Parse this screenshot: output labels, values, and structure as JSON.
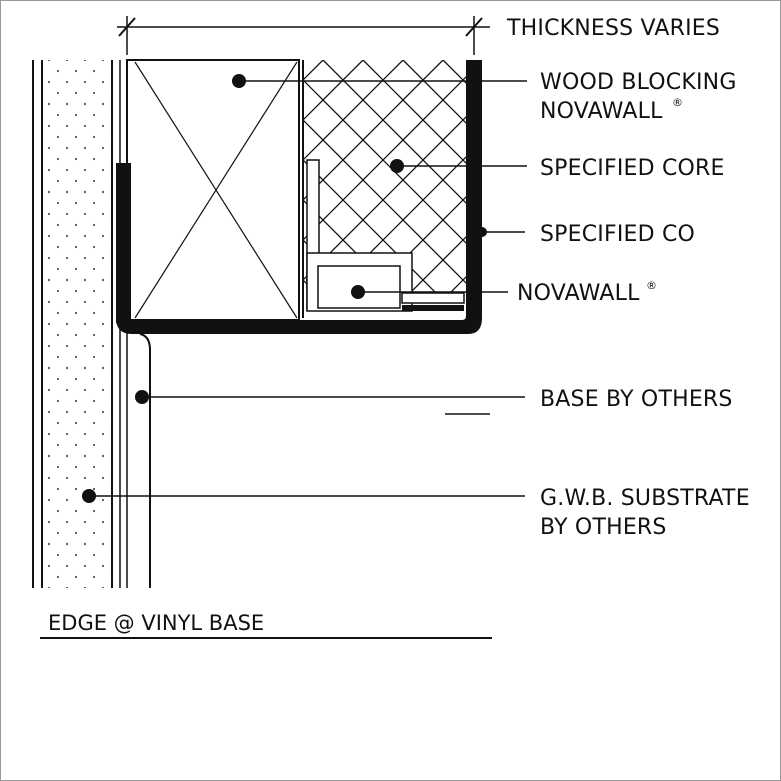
{
  "dimension": {
    "label": "THICKNESS VARIES"
  },
  "callouts": {
    "wood_blocking": {
      "line1": "WOOD BLOCKING",
      "line2": "NOVAWALL",
      "mark": "®"
    },
    "specified_core": {
      "label": "SPECIFIED CORE"
    },
    "specified_co": {
      "label": "SPECIFIED CO"
    },
    "novawall": {
      "label": "NOVAWALL",
      "mark": "®"
    },
    "base": {
      "label": "BASE BY OTHERS"
    },
    "gwb": {
      "line1": "G.W.B. SUBSTRATE",
      "line2": "BY OTHERS"
    }
  },
  "title": {
    "label": "EDGE @ VINYL BASE"
  },
  "colors": {
    "ink": "#111111",
    "background": "#ffffff",
    "frame": "#999999"
  }
}
